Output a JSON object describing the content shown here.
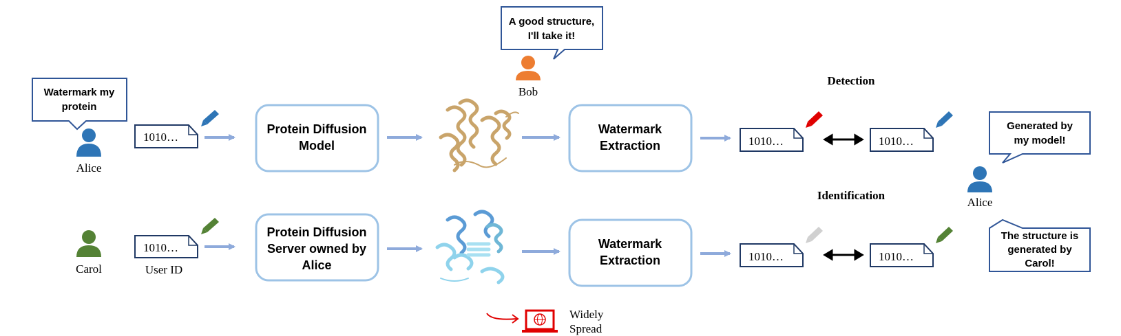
{
  "alice_top": {
    "bubble_line1": "Watermark my",
    "bubble_line2": "protein",
    "name": "Alice",
    "code": "1010…"
  },
  "carol": {
    "name": "Carol",
    "code": "1010…",
    "code_caption": "User ID"
  },
  "bob": {
    "bubble_line1": "A good structure,",
    "bubble_line2": "I'll take it!",
    "name": "Bob"
  },
  "model_box": {
    "line1": "Protein Diffusion",
    "line2": "Model"
  },
  "server_box": {
    "line1": "Protein Diffusion",
    "line2": "Server owned by",
    "line3": "Alice"
  },
  "extract_top": {
    "line1": "Watermark",
    "line2": "Extraction"
  },
  "extract_bottom": {
    "line1": "Watermark",
    "line2": "Extraction"
  },
  "detection": {
    "title": "Detection",
    "code_left": "1010…",
    "code_right": "1010…"
  },
  "identification": {
    "title": "Identification",
    "code_left": "1010…",
    "code_right": "1010…"
  },
  "alice_right": {
    "name": "Alice",
    "bubble_top_line1": "Generated by",
    "bubble_top_line2": "my model!",
    "bubble_bottom_line1": "The structure is",
    "bubble_bottom_line2": "generated by",
    "bubble_bottom_line3": "Carol!"
  },
  "spread": {
    "line1": "Widely",
    "line2": "Spread"
  },
  "colors": {
    "box_border": "#9dc3e6",
    "arrow": "#8eaadb",
    "doc_border": "#1f3864",
    "alice_blue": "#2e75b6",
    "bob_orange": "#ed7d31",
    "carol_green": "#548235",
    "pen_red": "#e00000",
    "pen_gray": "#d0d0d0",
    "bubble_border": "#2f5597"
  }
}
